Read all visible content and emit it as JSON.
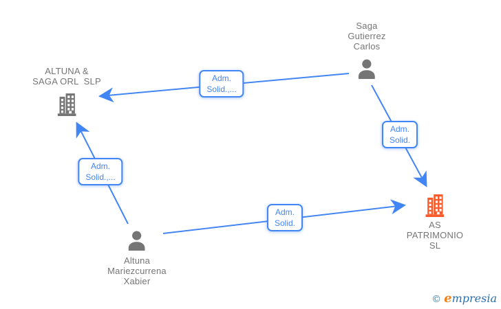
{
  "diagram": {
    "colors": {
      "edge_blue": "#4285f4",
      "node_gray": "#757575",
      "company_orange": "#fa5a2a",
      "background": "#ffffff"
    },
    "nodes": {
      "saga_person": {
        "label": "Saga\nGutierrez\nCarlos",
        "type": "person",
        "icon": "person-icon"
      },
      "altuna_company": {
        "label": "ALTUNA &\nSAGA ORL  SLP",
        "type": "company",
        "icon": "building-icon"
      },
      "as_patrimonio_company": {
        "label": "AS\nPATRIMONIO\nSL",
        "type": "company",
        "icon": "building-icon"
      },
      "altuna_person": {
        "label": "Altuna\nMariezcurrena\nXabier",
        "type": "person",
        "icon": "person-icon"
      }
    },
    "edges": [
      {
        "from": "saga_person",
        "to": "altuna_company",
        "label": "Adm.\nSolid.,..."
      },
      {
        "from": "saga_person",
        "to": "as_patrimonio_company",
        "label": "Adm.\nSolid."
      },
      {
        "from": "altuna_person",
        "to": "altuna_company",
        "label": "Adm.\nSolid.,..."
      },
      {
        "from": "altuna_person",
        "to": "as_patrimonio_company",
        "label": "Adm.\nSolid."
      }
    ]
  },
  "footer": {
    "copyright": "©",
    "brand_first_letter": "e",
    "brand_rest": "mpresia"
  }
}
